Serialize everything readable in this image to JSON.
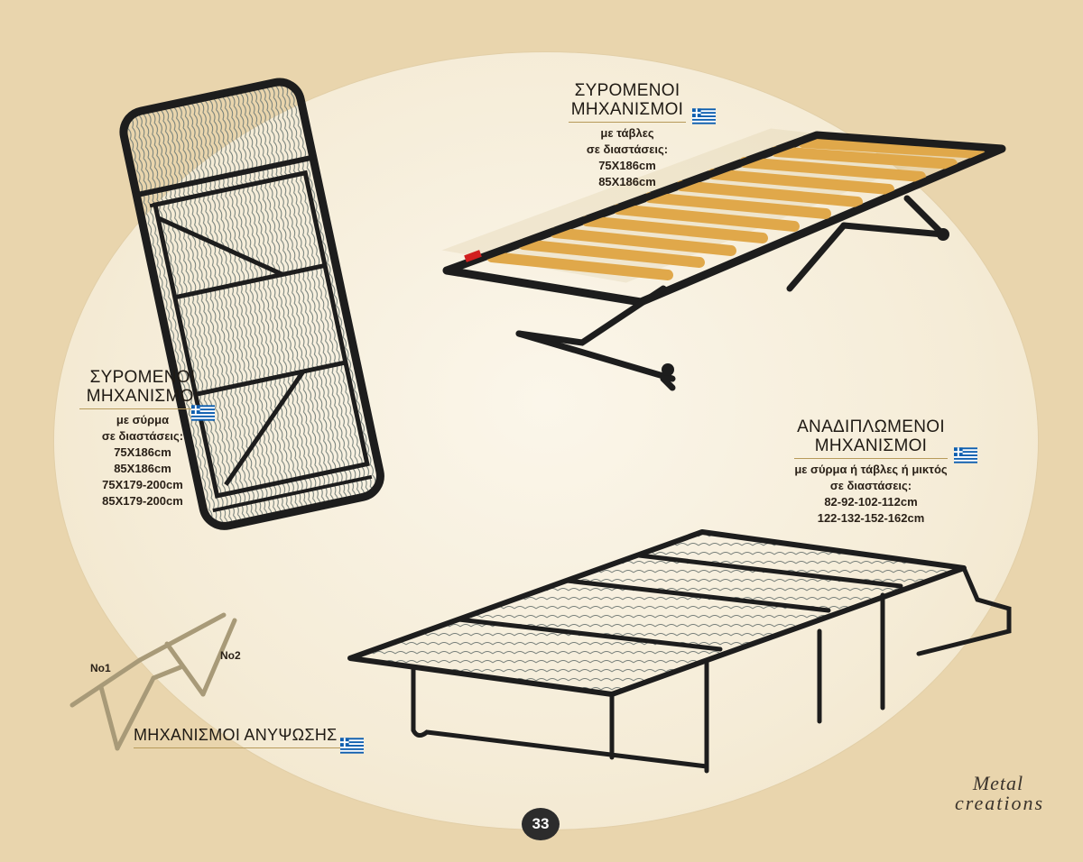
{
  "sections": {
    "sliding_wire": {
      "title_line1": "ΣΥΡΟΜΕΝΟΙ",
      "title_line2": "ΜΗΧΑΝΙΣΜΟΙ",
      "subtitle": "με σύρμα",
      "dims_label": "σε διαστάσεις:",
      "sizes": [
        "75X186cm",
        "85X186cm",
        "75X179-200cm",
        "85X179-200cm"
      ]
    },
    "sliding_slats": {
      "title_line1": "ΣΥΡΟΜΕΝΟΙ",
      "title_line2": "ΜΗΧΑΝΙΣΜΟΙ",
      "subtitle": "με τάβλες",
      "dims_label": "σε διαστάσεις:",
      "sizes": [
        "75X186cm",
        "85X186cm"
      ]
    },
    "folding": {
      "title_line1": "ΑΝΑΔΙΠΛΩΜΕΝΟΙ",
      "title_line2": "ΜΗΧΑΝΙΣΜΟΙ",
      "subtitle": "με σύρμα ή τάβλες ή μικτός",
      "dims_label": "σε διαστάσεις:",
      "sizes": [
        "82-92-102-112cm",
        "122-132-152-162cm"
      ]
    },
    "lifting": {
      "title": "ΜΗΧΑΝΙΣΜΟΙ ΑΝΥΨΩΣΗΣ",
      "label_no1": "No1",
      "label_no2": "No2"
    }
  },
  "page_number": "33",
  "logo": {
    "line1": "Metal",
    "line2": "creations"
  },
  "colors": {
    "background": "#e9d5ad",
    "ellipse": "#f8f1e2",
    "frame": "#1d1d1d",
    "slat": "#e0a84a",
    "accent_rule": "#b79a5a",
    "flag_blue": "#0d5eaf"
  },
  "icons": [
    "greek-flag-icon"
  ]
}
